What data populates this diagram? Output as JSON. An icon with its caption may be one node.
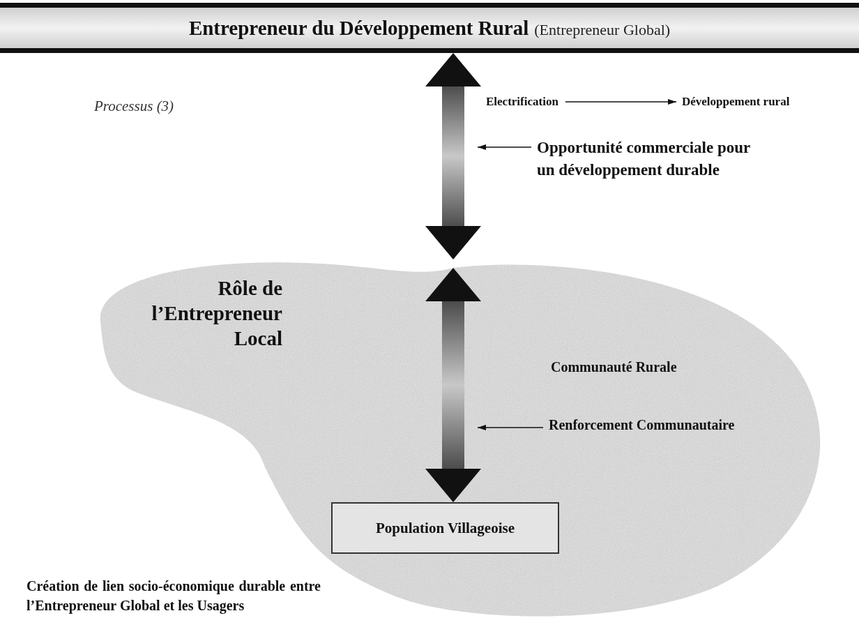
{
  "diagram": {
    "nodes": [
      {
        "text": [
          "Entrepreneur du Développement Rural",
          "(Entrepreneur Global)"
        ]
      },
      {
        "text": [
          "Rôle de l’Entrepreneur Local",
          "Communauté Rurale"
        ]
      },
      {
        "text": [
          "Population Villageoise"
        ],
        "in": 1
      },
      {
        "text": [
          "Electrification"
        ]
      },
      {
        "text": [
          "Développement rural"
        ]
      },
      {
        "text": [
          "Opportunité commerciale pour un développement durable"
        ]
      },
      {
        "text": [
          "Renforcement Communautaire"
        ],
        "in": 1
      }
    ],
    "edges": [
      {
        "from": 0,
        "to": 1,
        "arrow": "both",
        "style": "thick"
      },
      {
        "from": 1,
        "to": 2,
        "arrow": "both",
        "style": "thick"
      },
      {
        "from": 3,
        "to": 4,
        "arrow": "to"
      },
      {
        "from": 5,
        "to": null,
        "arrow": "to"
      },
      {
        "from": 6,
        "to": null,
        "arrow": "to"
      }
    ],
    "labels": [
      "Processus (3)",
      "Création de lien socio-économique durable entre l’Entrepreneur Global et les Usagers"
    ]
  }
}
